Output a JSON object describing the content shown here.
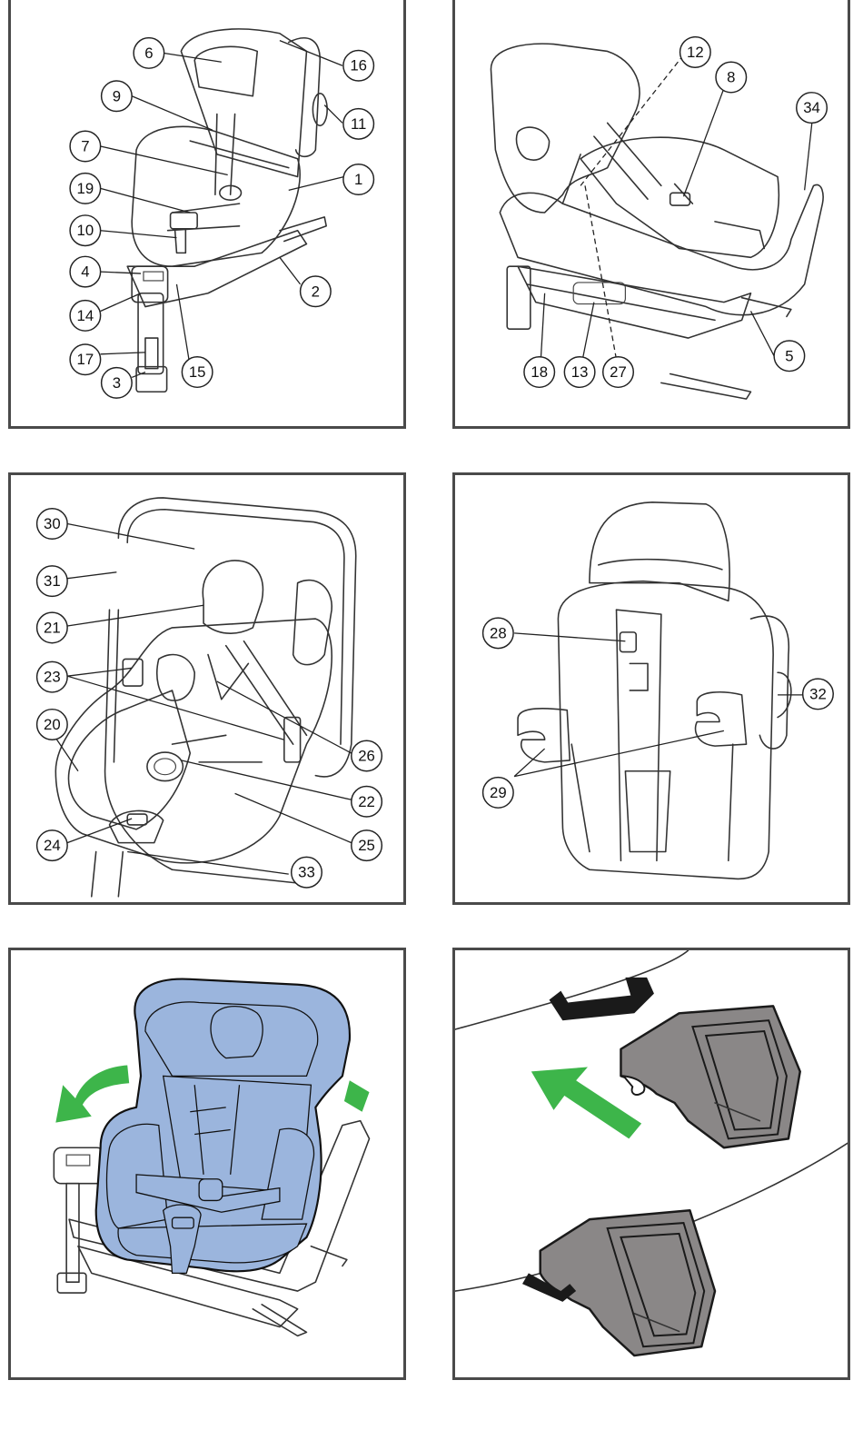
{
  "panels": [
    {
      "id": "panel-1",
      "callouts": [
        "6",
        "16",
        "9",
        "11",
        "7",
        "1",
        "19",
        "10",
        "4",
        "2",
        "14",
        "17",
        "15",
        "3"
      ]
    },
    {
      "id": "panel-2",
      "callouts": [
        "12",
        "8",
        "34",
        "5",
        "18",
        "13",
        "27"
      ]
    },
    {
      "id": "panel-3",
      "callouts": [
        "30",
        "31",
        "21",
        "23",
        "20",
        "26",
        "22",
        "25",
        "24",
        "33"
      ]
    },
    {
      "id": "panel-4",
      "callouts": [
        "28",
        "32",
        "29"
      ]
    },
    {
      "id": "panel-5",
      "callouts": []
    },
    {
      "id": "panel-6",
      "callouts": []
    }
  ],
  "colors": {
    "frame": "#4a4a4a",
    "seat_blue": "#9bb5dd",
    "arrow_green": "#3db54a",
    "guide_grey": "#8a8787"
  },
  "icons": [
    "rotate-arrow-left-icon",
    "rotate-arrow-right-icon",
    "insert-arrow-icon"
  ]
}
